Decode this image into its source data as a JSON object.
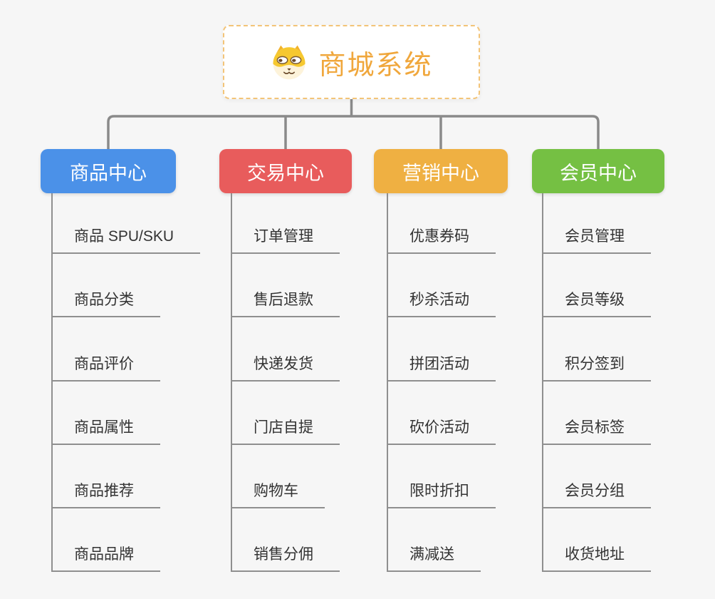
{
  "diagram": {
    "background_color": "#f6f6f6",
    "connector_color": "#8a8a8a",
    "root": {
      "icon": "dog-face-icon",
      "title": "商城系统",
      "title_color": "#f0a73c",
      "border_color": "#f3c478"
    },
    "branches": [
      {
        "label": "商品中心",
        "color": "#4b91e8",
        "children": [
          "商品 SPU/SKU",
          "商品分类",
          "商品评价",
          "商品属性",
          "商品推荐",
          "商品品牌"
        ]
      },
      {
        "label": "交易中心",
        "color": "#e85c5c",
        "children": [
          "订单管理",
          "售后退款",
          "快递发货",
          "门店自提",
          "购物车",
          "销售分佣"
        ]
      },
      {
        "label": "营销中心",
        "color": "#efb042",
        "children": [
          "优惠券码",
          "秒杀活动",
          "拼团活动",
          "砍价活动",
          "限时折扣",
          "满减送"
        ]
      },
      {
        "label": "会员中心",
        "color": "#75c043",
        "children": [
          "会员管理",
          "会员等级",
          "积分签到",
          "会员标签",
          "会员分组",
          "收货地址"
        ]
      }
    ]
  }
}
